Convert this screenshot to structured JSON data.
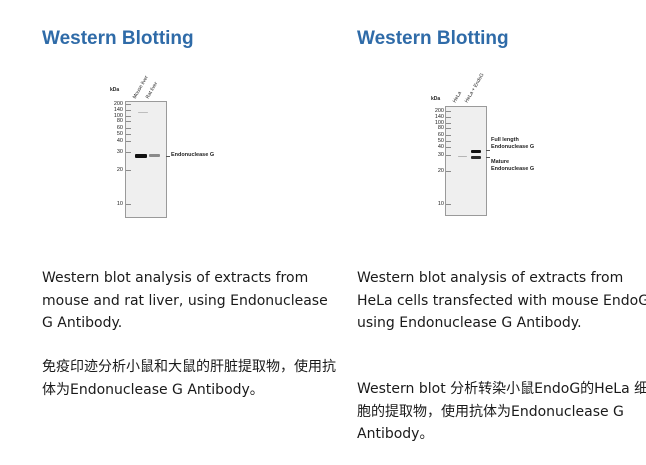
{
  "left": {
    "title": "Western Blotting",
    "figure": {
      "unit_label": "kDa",
      "ladder": [
        "200",
        "140",
        "100",
        "80",
        "60",
        "50",
        "40",
        "30",
        "20",
        "10"
      ],
      "lanes": [
        "Mouse liver",
        "Rat liver"
      ],
      "annotations": [
        "Endonuclease G"
      ]
    },
    "desc_en": "Western blot analysis of extracts from mouse and rat liver, using Endonuclease G Antibody.",
    "desc_zh": "免疫印迹分析小鼠和大鼠的肝脏提取物，使用抗体为Endonuclease G Antibody。"
  },
  "right": {
    "title": "Western Blotting",
    "figure": {
      "unit_label": "kDa",
      "ladder": [
        "200",
        "140",
        "100",
        "80",
        "60",
        "50",
        "40",
        "30",
        "20",
        "10"
      ],
      "lanes": [
        "HeLa",
        "HeLa + EndoG"
      ],
      "annotations": [
        "Full length",
        "Endonuclease G",
        "Mature",
        "Endonuclease G"
      ]
    },
    "desc_en": "Western blot analysis of extracts from HeLa cells transfected with mouse EndoG, using Endonuclease G Antibody.",
    "desc_zh": "Western blot 分析转染小鼠EndoG的HeLa 细胞的提取物，使用抗体为Endonuclease G Antibody。"
  }
}
